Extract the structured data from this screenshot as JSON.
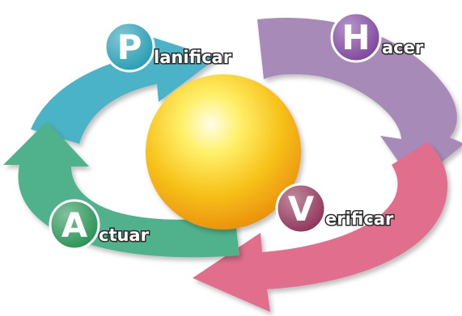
{
  "diagram": {
    "stages": [
      {
        "id": "plan",
        "initial": "P",
        "rest": "lanificar",
        "arrow_color": "#4bb3c7",
        "badge_color": "#1e9ab0"
      },
      {
        "id": "do",
        "initial": "H",
        "rest": "acer",
        "arrow_color": "#a78ab8",
        "badge_color": "#7a3f99"
      },
      {
        "id": "check",
        "initial": "V",
        "rest": "erificar",
        "arrow_color": "#e06e8c",
        "badge_color": "#8c2b52"
      },
      {
        "id": "act",
        "initial": "A",
        "rest": "ctuar",
        "arrow_color": "#4fb28c",
        "badge_color": "#1f8f4e"
      }
    ],
    "center_sphere_color": "#f7c21a"
  }
}
